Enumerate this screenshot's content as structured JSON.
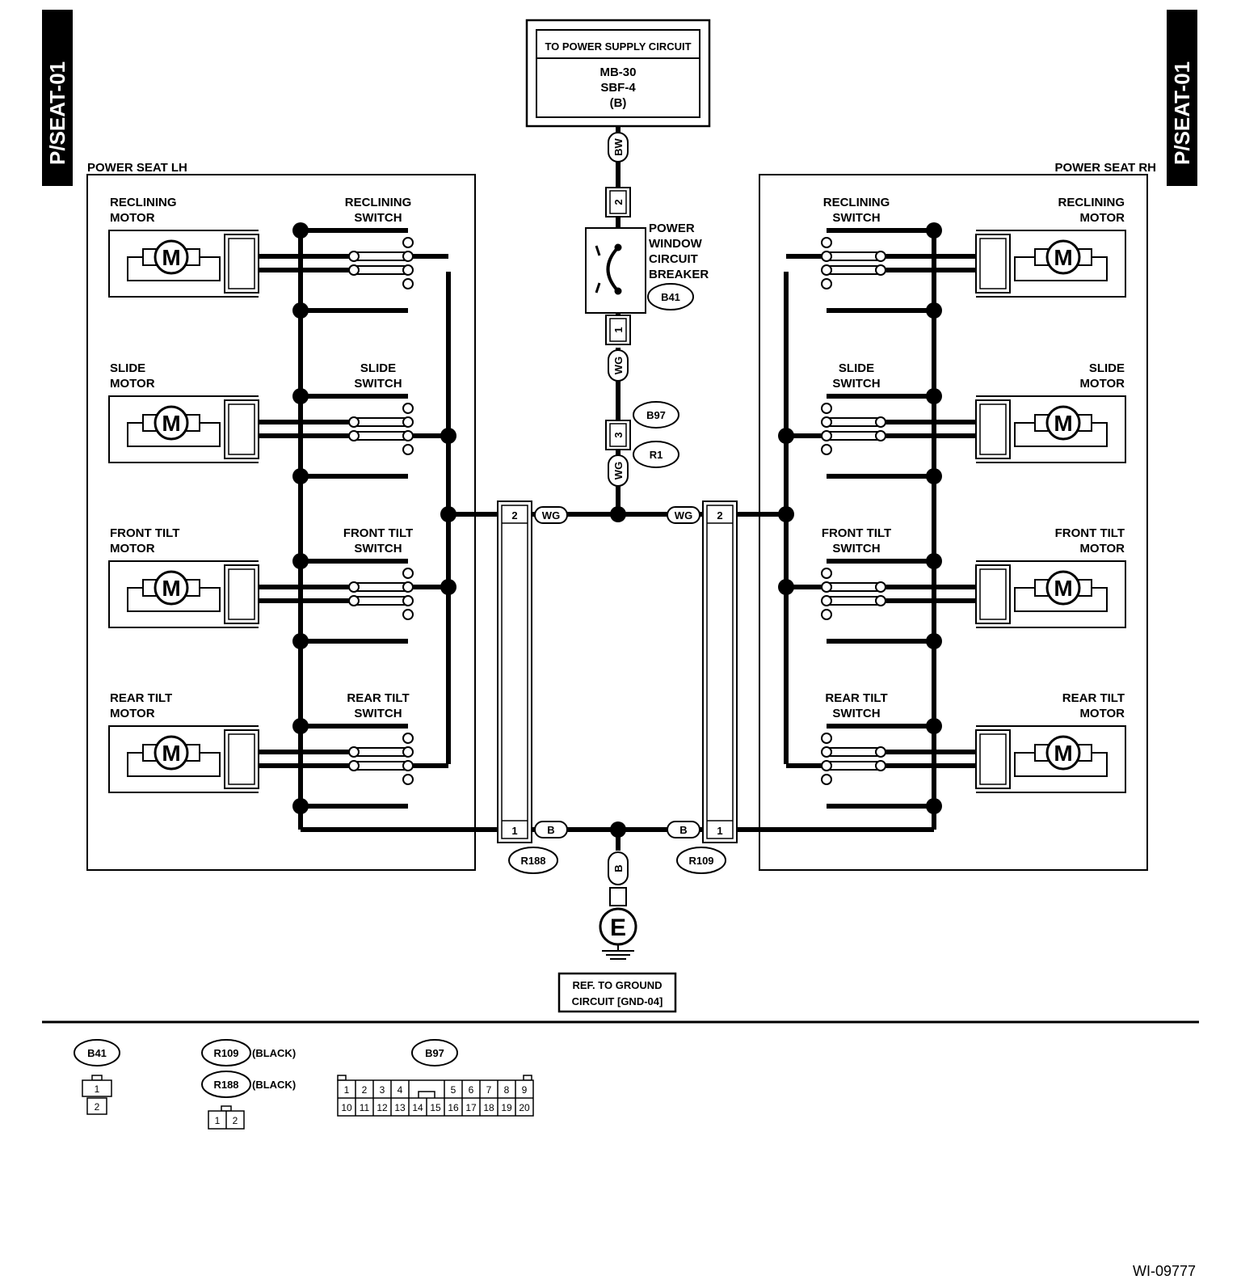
{
  "page_tag": "P/SEAT-01",
  "figure_id": "WI-09777",
  "power_supply": {
    "header": "TO POWER SUPPLY CIRCUIT",
    "line1": "MB-30",
    "line2": "SBF-4",
    "line3": "(B)"
  },
  "lh_panel_title": "POWER SEAT LH",
  "rh_panel_title": "POWER SEAT RH",
  "rows": [
    {
      "motor": [
        "RECLINING",
        "MOTOR"
      ],
      "switch": [
        "RECLINING",
        "SWITCH"
      ]
    },
    {
      "motor": [
        "SLIDE",
        "MOTOR"
      ],
      "switch": [
        "SLIDE",
        "SWITCH"
      ]
    },
    {
      "motor": [
        "FRONT TILT",
        "MOTOR"
      ],
      "switch": [
        "FRONT TILT",
        "SWITCH"
      ]
    },
    {
      "motor": [
        "REAR TILT",
        "MOTOR"
      ],
      "switch": [
        "REAR TILT",
        "SWITCH"
      ]
    }
  ],
  "motor_symbol": "M",
  "breaker": {
    "lines": [
      "POWER",
      "WINDOW",
      "CIRCUIT",
      "BREAKER"
    ],
    "connector": "B41",
    "pin_top": "2",
    "pin_bottom": "1"
  },
  "wires": {
    "top": "BW",
    "mid": "WG",
    "ground": "B"
  },
  "joint": {
    "connectors": [
      "B97",
      "R1"
    ],
    "pin": "3"
  },
  "lh_connector": {
    "name": "R188",
    "pin_power": "2",
    "pin_ground": "1"
  },
  "rh_connector": {
    "name": "R109",
    "pin_power": "2",
    "pin_ground": "1"
  },
  "ground": {
    "symbol": "E",
    "note_line1": "REF. TO GROUND",
    "note_line2": "CIRCUIT [GND-04]"
  },
  "legend": {
    "b41": {
      "name": "B41",
      "pins": [
        "1",
        "2"
      ]
    },
    "r109": {
      "name": "R109",
      "color": "(BLACK)"
    },
    "r188": {
      "name": "R188",
      "color": "(BLACK)",
      "pins": [
        "1",
        "2"
      ]
    },
    "b97": {
      "name": "B97",
      "row1": [
        "1",
        "2",
        "3",
        "4",
        "",
        "5",
        "6",
        "7",
        "8",
        "9"
      ],
      "row2": [
        "10",
        "11",
        "12",
        "13",
        "14",
        "15",
        "16",
        "17",
        "18",
        "19",
        "20"
      ]
    }
  }
}
